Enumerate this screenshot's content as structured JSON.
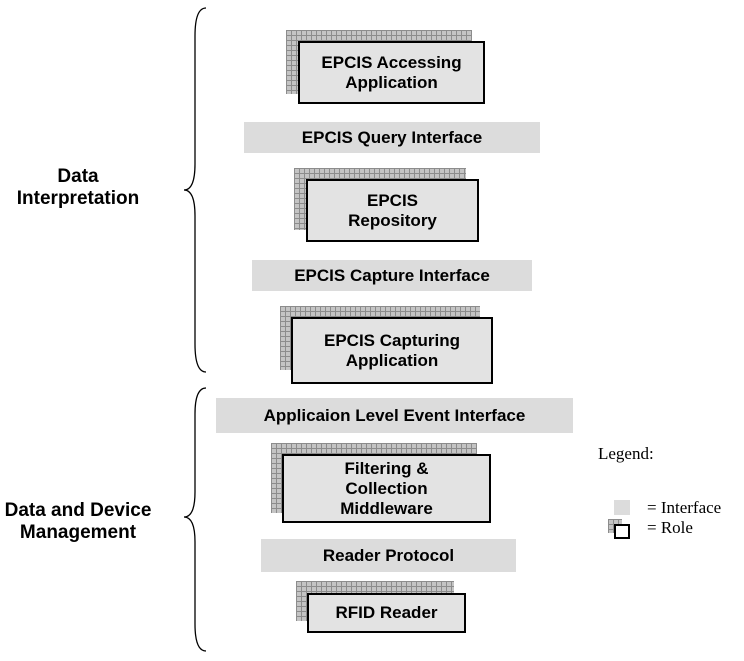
{
  "groups": {
    "data_interpretation": [
      "Data",
      "Interpretation"
    ],
    "data_device": [
      "Data and Device",
      "Management"
    ]
  },
  "roles": {
    "accessing": [
      "EPCIS Accessing",
      "Application"
    ],
    "repository": [
      "EPCIS",
      "Repository"
    ],
    "capturing": [
      "EPCIS Capturing",
      "Application"
    ],
    "middleware": [
      "Filtering &",
      "Collection",
      "Middleware"
    ],
    "reader": [
      "RFID Reader"
    ]
  },
  "interfaces": {
    "query": "EPCIS Query Interface",
    "capture": "EPCIS Capture Interface",
    "ale": "Applicaion Level Event Interface",
    "reader_protocol": "Reader Protocol"
  },
  "legend": {
    "title": "Legend:",
    "interface": "= Interface",
    "role": "= Role"
  },
  "colors": {
    "interface_fill": "#dcdcdc",
    "role_fill": "#e3e3e3",
    "shadow_grid": "#8c8c8c"
  },
  "icons": [
    "left-curly-brace-icon",
    "grid-shadow-pattern"
  ]
}
